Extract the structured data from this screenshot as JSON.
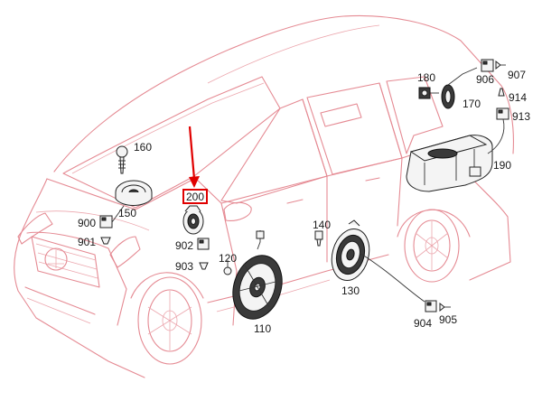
{
  "labels": {
    "p110": "110",
    "p120": "120",
    "p130": "130",
    "p140": "140",
    "p150": "150",
    "p160": "160",
    "p170": "170",
    "p180": "180",
    "p190": "190",
    "p200": "200",
    "p900": "900",
    "p901": "901",
    "p902": "902",
    "p903": "903",
    "p904": "904",
    "p905": "905",
    "p906": "906",
    "p907": "907",
    "p913": "913",
    "p914": "914"
  },
  "colors": {
    "car_outline": "#e58a93",
    "highlight": "#e00000",
    "part": "#222222"
  }
}
